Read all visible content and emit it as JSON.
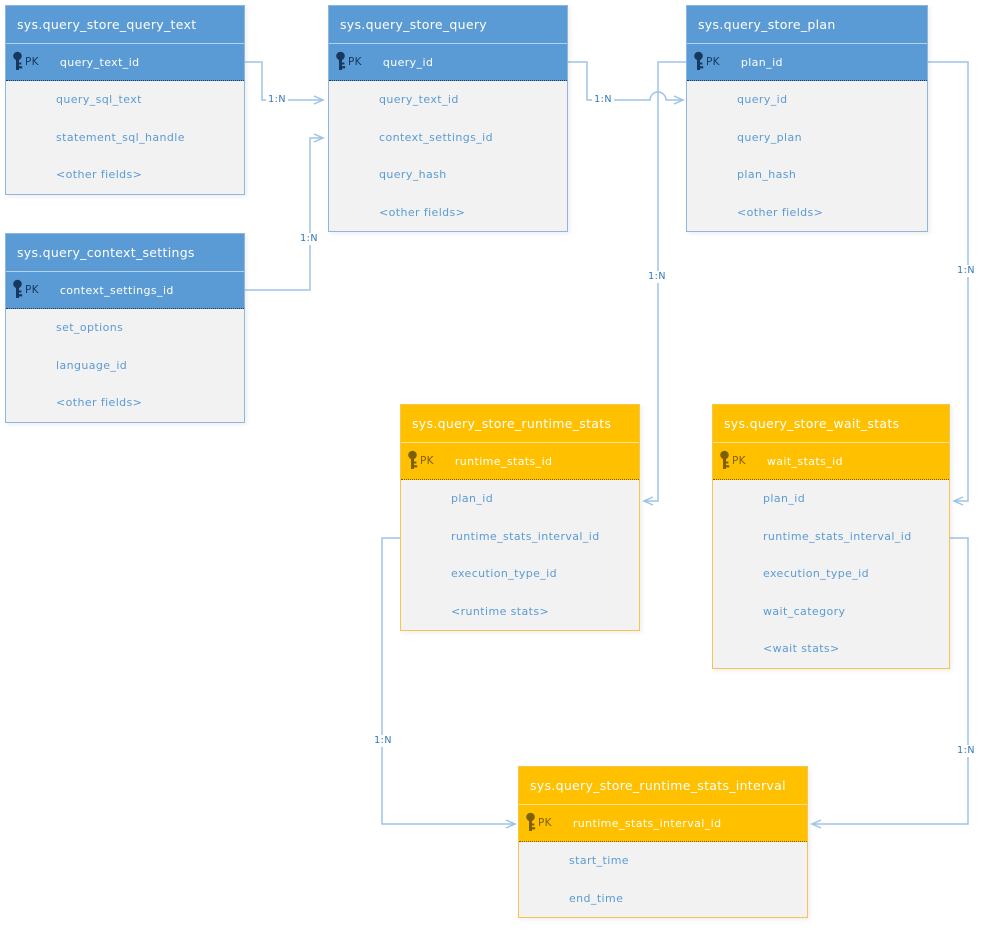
{
  "tables": [
    {
      "id": "query_store_query_text",
      "title": "sys.query_store_query_text",
      "theme": "blue",
      "pk_label": "PK",
      "pk_field": "query_text_id",
      "fields": [
        "query_sql_text",
        "statement_sql_handle",
        "<other fields>"
      ]
    },
    {
      "id": "query_store_query",
      "title": "sys.query_store_query",
      "theme": "blue",
      "pk_label": "PK",
      "pk_field": "query_id",
      "fields": [
        "query_text_id",
        "context_settings_id",
        "query_hash",
        "<other fields>"
      ]
    },
    {
      "id": "query_store_plan",
      "title": "sys.query_store_plan",
      "theme": "blue",
      "pk_label": "PK",
      "pk_field": "plan_id",
      "fields": [
        "query_id",
        "query_plan",
        "plan_hash",
        "<other fields>"
      ]
    },
    {
      "id": "query_context_settings",
      "title": "sys.query_context_settings",
      "theme": "blue",
      "pk_label": "PK",
      "pk_field": "context_settings_id",
      "fields": [
        "set_options",
        "language_id",
        "<other fields>"
      ]
    },
    {
      "id": "query_store_runtime_stats",
      "title": "sys.query_store_runtime_stats",
      "theme": "orange",
      "pk_label": "PK",
      "pk_field": "runtime_stats_id",
      "fields": [
        "plan_id",
        "runtime_stats_interval_id",
        "execution_type_id",
        "<runtime stats>"
      ]
    },
    {
      "id": "query_store_wait_stats",
      "title": "sys.query_store_wait_stats",
      "theme": "orange",
      "pk_label": "PK",
      "pk_field": "wait_stats_id",
      "fields": [
        "plan_id",
        "runtime_stats_interval_id",
        "execution_type_id",
        "wait_category",
        "<wait stats>"
      ]
    },
    {
      "id": "query_store_runtime_stats_interval",
      "title": "sys.query_store_runtime_stats_interval",
      "theme": "orange",
      "pk_label": "PK",
      "pk_field": "runtime_stats_interval_id",
      "fields": [
        "start_time",
        "end_time"
      ]
    }
  ],
  "relationships": [
    {
      "from": "sys.query_store_query_text.query_text_id",
      "to": "sys.query_store_query.query_text_id",
      "label": "1:N"
    },
    {
      "from": "sys.query_context_settings.context_settings_id",
      "to": "sys.query_store_query.context_settings_id",
      "label": "1:N"
    },
    {
      "from": "sys.query_store_query.query_id",
      "to": "sys.query_store_plan.query_id",
      "label": "1:N"
    },
    {
      "from": "sys.query_store_plan.plan_id",
      "to": "sys.query_store_runtime_stats.plan_id",
      "label": "1:N"
    },
    {
      "from": "sys.query_store_plan.plan_id",
      "to": "sys.query_store_wait_stats.plan_id",
      "label": "1:N"
    },
    {
      "from": "sys.query_store_runtime_stats.runtime_stats_interval_id",
      "to": "sys.query_store_runtime_stats_interval.runtime_stats_interval_id",
      "label": "1:N"
    },
    {
      "from": "sys.query_store_wait_stats.runtime_stats_interval_id",
      "to": "sys.query_store_runtime_stats_interval.runtime_stats_interval_id",
      "label": "1:N"
    }
  ],
  "colors": {
    "blue_header": "#5B9BD5",
    "orange_header": "#FFC000",
    "body_background": "#F2F2F2",
    "field_text": "#5B9BD5",
    "pk_text_blue": "#17375E",
    "pk_text_orange": "#7F6000",
    "connector": "#9DC3E6",
    "relationship_label_text": "#2E75B6"
  },
  "icons": {
    "key_icon": "primary-key"
  }
}
